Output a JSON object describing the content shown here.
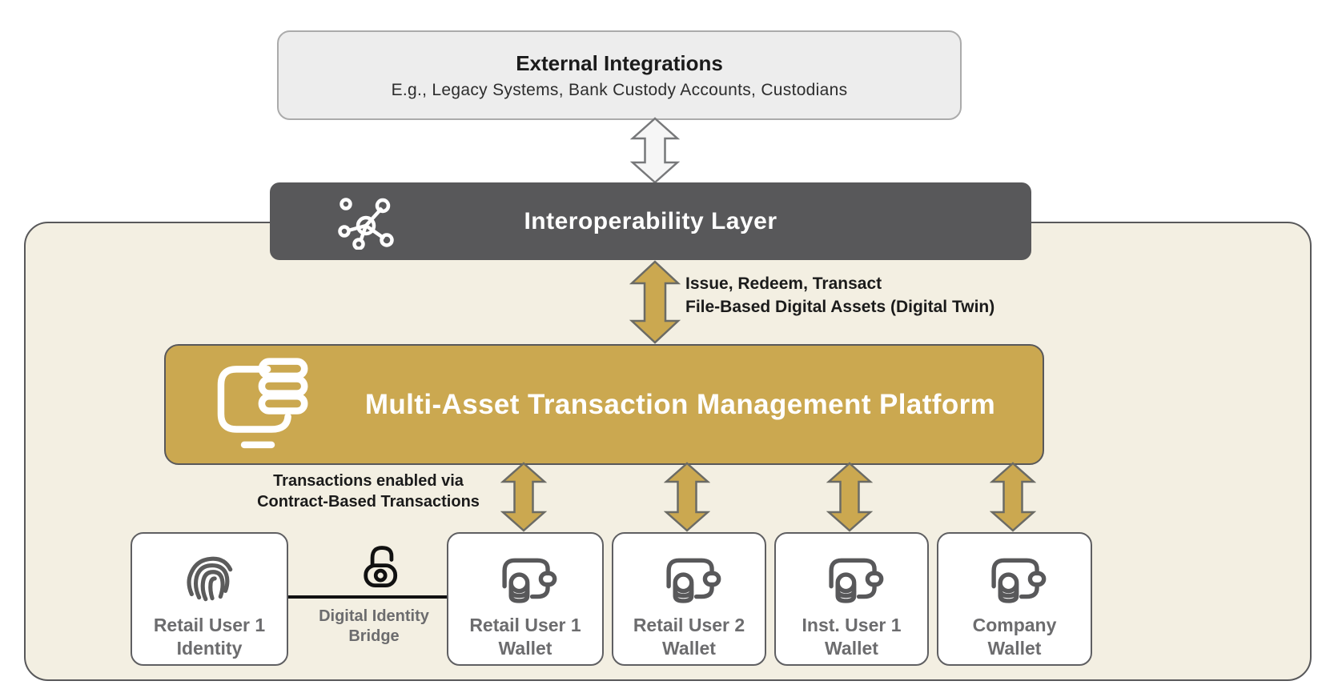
{
  "diagram": {
    "external": {
      "title": "External Integrations",
      "subtitle": "E.g., Legacy Systems, Bank Custody Accounts, Custodians"
    },
    "interoperability": {
      "label": "Interoperability Layer"
    },
    "interop_platform_link": {
      "line1": "Issue, Redeem, Transact",
      "line2": "File-Based Digital Assets (Digital Twin)"
    },
    "platform": {
      "label": "Multi-Asset Transaction Management Platform"
    },
    "platform_wallet_link": {
      "line1": "Transactions enabled via",
      "line2": "Contract-Based Transactions"
    },
    "identity": {
      "line1": "Retail User 1",
      "line2": "Identity"
    },
    "bridge": {
      "line1": "Digital Identity",
      "line2": "Bridge"
    },
    "wallets": [
      {
        "line1": "Retail User 1",
        "line2": "Wallet"
      },
      {
        "line1": "Retail User 2",
        "line2": "Wallet"
      },
      {
        "line1": "Inst. User 1",
        "line2": "Wallet"
      },
      {
        "line1": "Company",
        "line2": "Wallet"
      }
    ],
    "icons": {
      "interoperability": "network-hub-icon",
      "platform": "monitor-assets-icon",
      "identity": "fingerprint-icon",
      "bridge": "open-padlock-icon",
      "wallet": "wallet-coins-icon"
    },
    "colors": {
      "gold": "#CBA850",
      "dark_gray": "#58585A",
      "container_beige": "#F3EFE2",
      "external_gray": "#EDEDED",
      "label_gray": "#6C6C6E",
      "arrow_white": "#F6F6F6"
    }
  }
}
